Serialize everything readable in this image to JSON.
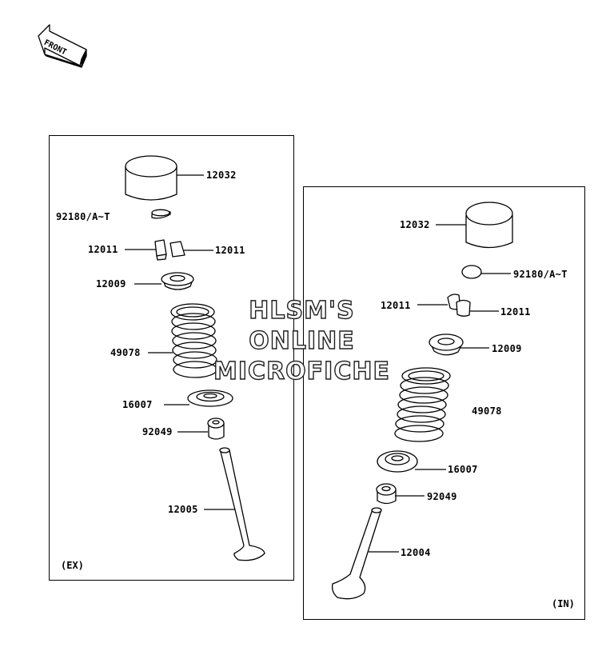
{
  "front_arrow": {
    "label": "FRONT"
  },
  "exhaust": {
    "tag": "(EX)",
    "labels": {
      "bucket": "12032",
      "shim": "92180/A~T",
      "keeper_left": "12011",
      "keeper_right": "12011",
      "retainer": "12009",
      "spring": "49078",
      "spring_seat": "16007",
      "stem_seal": "92049",
      "valve": "12005"
    }
  },
  "intake": {
    "tag": "(IN)",
    "labels": {
      "bucket": "12032",
      "shim": "92180/A~T",
      "keeper_left": "12011",
      "keeper_right": "12011",
      "retainer": "12009",
      "spring": "49078",
      "spring_seat": "16007",
      "stem_seal": "92049",
      "valve": "12004"
    }
  },
  "watermark": {
    "line1": "HLSM'S",
    "line2": "ONLINE",
    "line3": "MICROFICHE"
  }
}
